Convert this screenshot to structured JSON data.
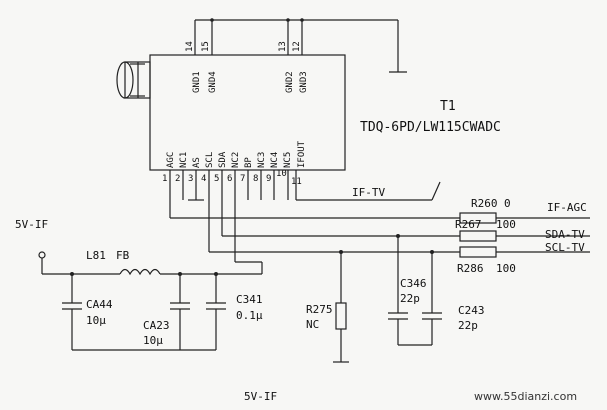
{
  "tuner": {
    "ref": "T1",
    "model": "TDQ-6PD/LW115CWADC",
    "top_pins": [
      "14",
      "15",
      "13",
      "12"
    ],
    "top_pin_names": [
      "GND1",
      "GND4",
      "GND2",
      "GND3"
    ],
    "bottom_pin_names": [
      "AGC",
      "NC1",
      "AS",
      "SCL",
      "SDA",
      "NC2",
      "BP",
      "NC3",
      "NC4",
      "NC5",
      "IFOUT"
    ],
    "bottom_pins": [
      "1",
      "2",
      "3",
      "4",
      "5",
      "6",
      "7",
      "8",
      "9",
      "10",
      "11"
    ]
  },
  "nets": {
    "if_tv": "IF-TV",
    "if_agc": "IF-AGC",
    "sda_tv": "SDA-TV",
    "scl_tv": "SCL-TV",
    "supply_top": "5V-IF",
    "supply_bottom": "5V-IF"
  },
  "components": {
    "r260": {
      "ref": "R260",
      "value": "0"
    },
    "r267": {
      "ref": "R267",
      "value": "100"
    },
    "r286": {
      "ref": "R286",
      "value": "100"
    },
    "l81": {
      "ref": "L81",
      "value": "FB"
    },
    "ca44": {
      "ref": "CA44",
      "value": "10μ"
    },
    "ca23": {
      "ref": "CA23",
      "value": "10μ"
    },
    "c341": {
      "ref": "C341",
      "value": "0.1μ"
    },
    "r275": {
      "ref": "R275",
      "value": "NC"
    },
    "c346": {
      "ref": "C346",
      "value": "22p"
    },
    "c243": {
      "ref": "C243",
      "value": "22p"
    }
  },
  "watermark": "www.55dianzi.com"
}
